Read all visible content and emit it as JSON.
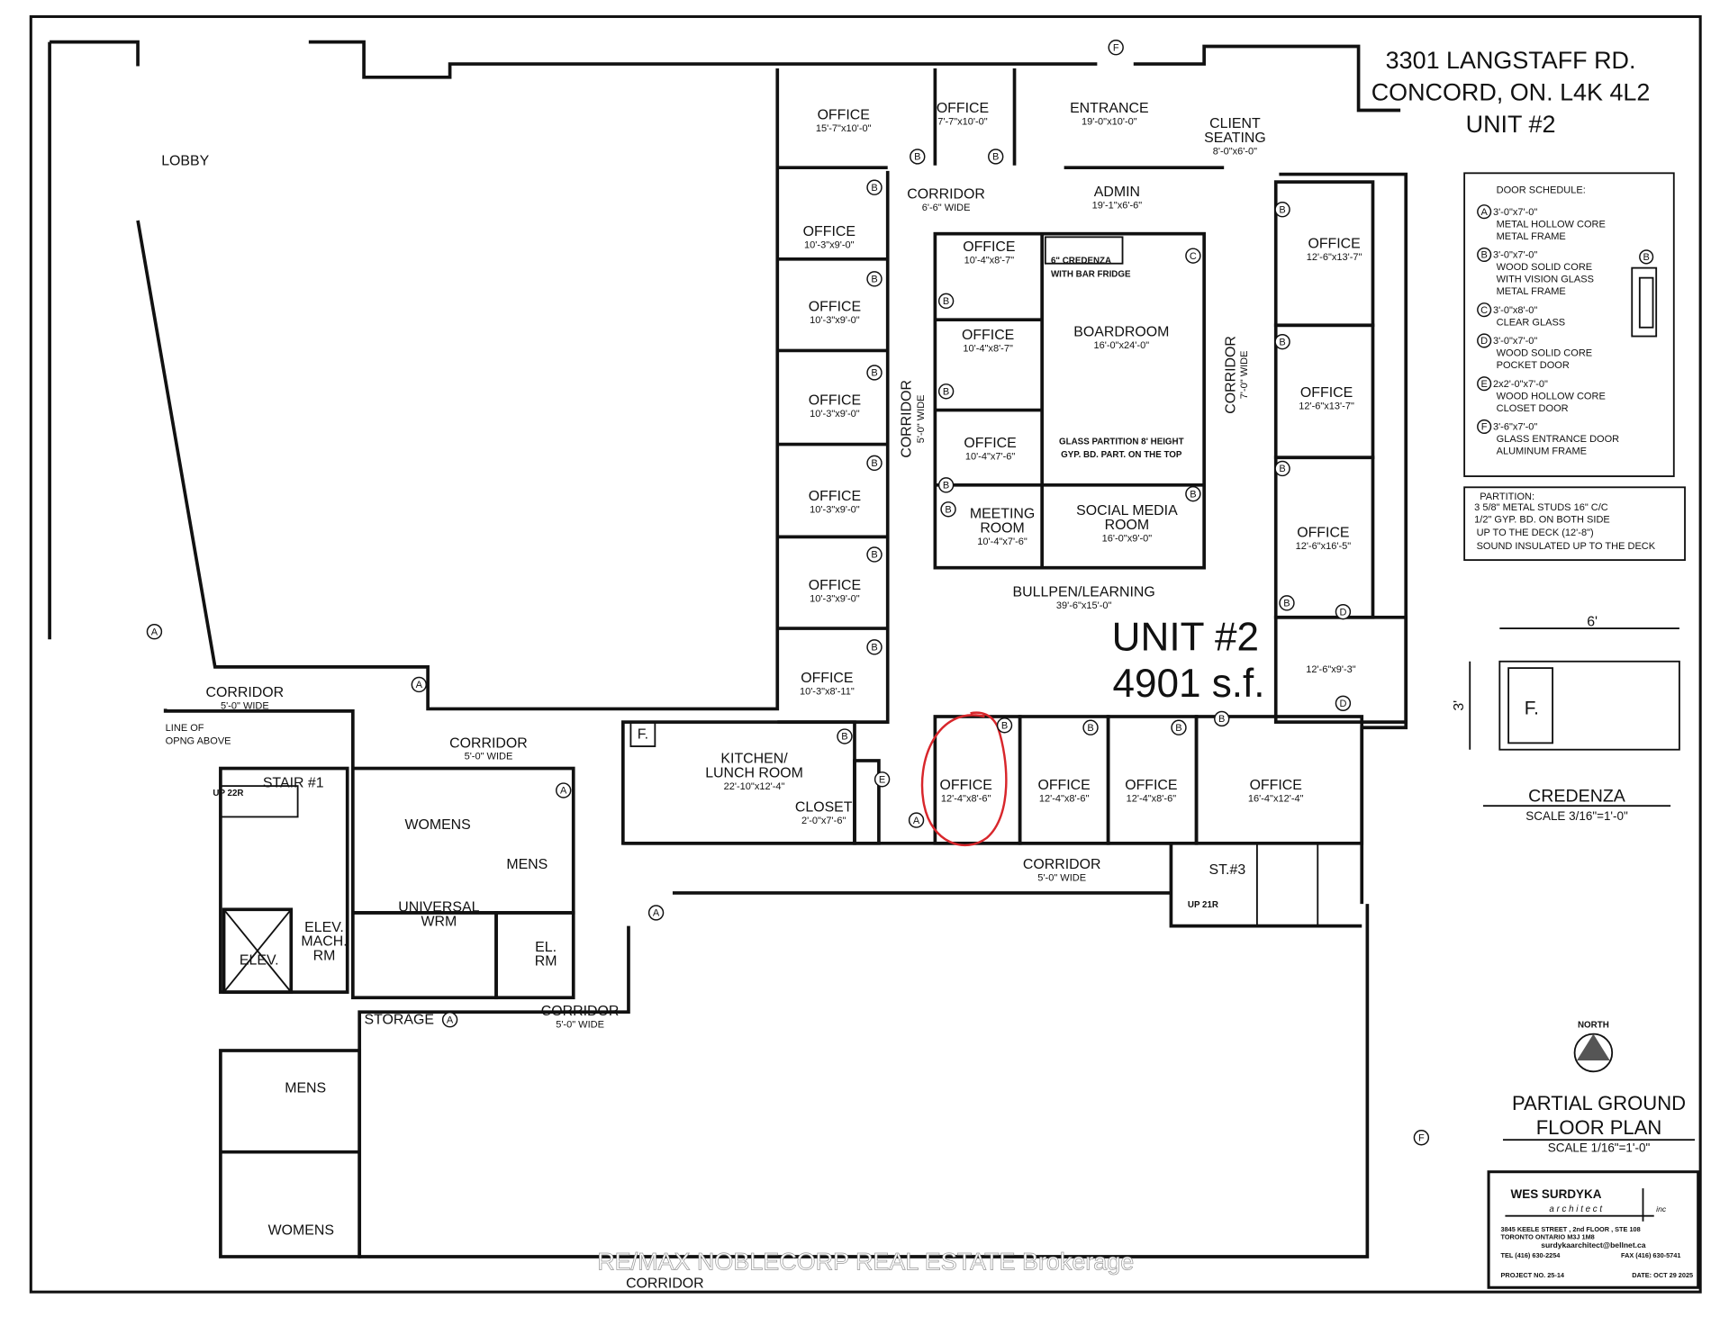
{
  "title": {
    "line1": "3301 LANGSTAFF RD.",
    "line2": "CONCORD, ON. L4K 4L2",
    "line3": "UNIT #2"
  },
  "unit": {
    "name": "UNIT #2",
    "area": "4901 s.f."
  },
  "rooms": [
    {
      "label": "LOBBY",
      "dims": ""
    },
    {
      "label": "OFFICE",
      "dims": "15'-7\"x10'-0\""
    },
    {
      "label": "OFFICE",
      "dims": "7'-7\"x10'-0\""
    },
    {
      "label": "ENTRANCE",
      "dims": "19'-0\"x10'-0\""
    },
    {
      "label": "CLIENT",
      "label2": "SEATING",
      "dims": "8'-0\"x6'-0\""
    },
    {
      "label": "CORRIDOR",
      "dims": "6'-6\" WIDE"
    },
    {
      "label": "ADMIN",
      "dims": "19'-1\"x6'-6\""
    },
    {
      "label": "OFFICE",
      "dims": "10'-3\"x9'-0\""
    },
    {
      "label": "OFFICE",
      "dims": "10'-3\"x9'-0\""
    },
    {
      "label": "OFFICE",
      "dims": "10'-3\"x9'-0\""
    },
    {
      "label": "OFFICE",
      "dims": "10'-3\"x9'-0\""
    },
    {
      "label": "OFFICE",
      "dims": "10'-3\"x9'-0\""
    },
    {
      "label": "OFFICE",
      "dims": "10'-3\"x8'-11\""
    },
    {
      "label": "OFFICE",
      "dims": "10'-4\"x8'-7\""
    },
    {
      "label": "OFFICE",
      "dims": "10'-4\"x8'-7\""
    },
    {
      "label": "OFFICE",
      "dims": "10'-4\"x7'-6\""
    },
    {
      "label": "MEETING",
      "label2": "ROOM",
      "dims": "10'-4\"x7'-6\""
    },
    {
      "label": "BOARDROOM",
      "dims": "16'-0\"x24'-0\""
    },
    {
      "label": "SOCIAL  MEDIA",
      "label2": "ROOM",
      "dims": "16'-0\"x9'-0\""
    },
    {
      "label": "OFFICE",
      "dims": "12'-6\"x13'-7\""
    },
    {
      "label": "OFFICE",
      "dims": "12'-6\"x13'-7\""
    },
    {
      "label": "OFFICE",
      "dims": "12'-6\"x16'-5\""
    },
    {
      "label": "",
      "dims": "12'-6\"x9'-3\""
    },
    {
      "label": "BULLPEN/LEARNING",
      "dims": "39'-6\"x15'-0\""
    },
    {
      "label": "CORRIDOR",
      "dims": "5'-0\" WIDE"
    },
    {
      "label": "CORRIDOR",
      "dims": "5'-0\" WIDE"
    },
    {
      "label": "KITCHEN/",
      "label2": "LUNCH  ROOM",
      "dims": "22'-10\"x12'-4\""
    },
    {
      "label": "CLOSET",
      "dims": "2'-0\"x7'-6\""
    },
    {
      "label": "OFFICE",
      "dims": "12'-4\"x8'-6\""
    },
    {
      "label": "OFFICE",
      "dims": "12'-4\"x8'-6\""
    },
    {
      "label": "OFFICE",
      "dims": "12'-4\"x8'-6\""
    },
    {
      "label": "OFFICE",
      "dims": "16'-4\"x12'-4\""
    },
    {
      "label": "CORRIDOR",
      "dims": "5'-0\" WIDE"
    },
    {
      "label": "CORRIDOR",
      "dims": "5'-0\" WIDE"
    },
    {
      "label": "STORAGE",
      "dims": ""
    },
    {
      "label": "WOMENS",
      "dims": ""
    },
    {
      "label": "MENS",
      "dims": ""
    },
    {
      "label": "UNIVERSAL",
      "label2": "WRM",
      "dims": ""
    },
    {
      "label": "ELEV.",
      "dims": ""
    },
    {
      "label": "ELEV.",
      "label2": "MACH.",
      "label3": "RM",
      "dims": ""
    },
    {
      "label": "EL.",
      "label2": "RM",
      "dims": ""
    },
    {
      "label": "STAIR #1",
      "dims": ""
    },
    {
      "label": "ST.#3",
      "dims": ""
    },
    {
      "label": "MENS",
      "dims": ""
    },
    {
      "label": "WOMENS",
      "dims": ""
    },
    {
      "label": "CORRIDOR",
      "dims": ""
    }
  ],
  "vertical_corridors": [
    {
      "label": "CORRIDOR",
      "dims": "5'-0\" WIDE"
    },
    {
      "label": "CORRIDOR",
      "dims": "7'-0\" WIDE"
    }
  ],
  "notes": {
    "credenza_note": [
      "6\" CREDENZA",
      "WITH BAR FRIDGE"
    ],
    "glass_note": [
      "GLASS PARTITION 8' HEIGHT",
      "GYP. BD. PART. ON THE TOP"
    ],
    "opening_note": [
      "LINE OF",
      "OPNG ABOVE"
    ],
    "fridge": "F.",
    "up_22r": "UP 22R",
    "up_21r": "UP 21R"
  },
  "door_tags": [
    "B",
    "B",
    "F",
    "B",
    "B",
    "B",
    "B",
    "B",
    "B",
    "B",
    "B",
    "B",
    "B",
    "C",
    "B",
    "B",
    "B",
    "B",
    "B",
    "D",
    "D",
    "A",
    "A",
    "B",
    "E",
    "A",
    "B",
    "B",
    "B",
    "B",
    "A",
    "A",
    "A",
    "F"
  ],
  "door_schedule": {
    "title": "DOOR SCHEDULE:",
    "items": [
      {
        "tag": "A",
        "size": "3'-0\"x7'-0\"",
        "lines": [
          "METAL HOLLOW CORE",
          "METAL FRAME"
        ]
      },
      {
        "tag": "B",
        "size": "3'-0\"x7'-0\"",
        "lines": [
          "WOOD SOLID CORE",
          "WITH VISION GLASS",
          "METAL FRAME"
        ]
      },
      {
        "tag": "C",
        "size": "3'-0\"x8'-0\"",
        "lines": [
          "CLEAR GLASS"
        ]
      },
      {
        "tag": "D",
        "size": "3'-0\"x7'-0\"",
        "lines": [
          "WOOD SOLID CORE",
          "POCKET DOOR"
        ]
      },
      {
        "tag": "E",
        "size": "2x2'-0\"x7'-0\"",
        "lines": [
          "WOOD HOLLOW CORE",
          "CLOSET DOOR"
        ]
      },
      {
        "tag": "F",
        "size": "3'-6\"x7'-0\"",
        "lines": [
          "GLASS ENTRANCE DOOR",
          "ALUMINUM FRAME"
        ]
      }
    ],
    "detail_tag": "B"
  },
  "partition": {
    "title": "PARTITION:",
    "lines": [
      "3 5/8\" METAL STUDS 16\" C/C",
      "1/2\" GYP. BD. ON BOTH SIDE",
      "UP TO THE DECK (12'-8\")",
      "SOUND INSULATED UP TO THE DECK"
    ]
  },
  "credenza": {
    "width": "6'",
    "depth": "3'",
    "fridge": "F.",
    "title": "CREDENZA",
    "scale": "SCALE 3/16\"=1'-0\""
  },
  "north": {
    "label": "NORTH"
  },
  "plan_title": {
    "line1": "PARTIAL GROUND",
    "line2": "FLOOR PLAN",
    "scale": "SCALE 1/16\"=1'-0\""
  },
  "title_block": {
    "firm": "WES SURDYKA",
    "sub": "a r c h i t e c t",
    "inc": "inc",
    "address1": "3845  KEELE  STREET ,  2nd  FLOOR , STE 108",
    "address2": "TORONTO          ONTARIO          M3J 1M8",
    "email": "surdykaarchitect@bellnet.ca",
    "tel": "TEL (416) 630-2254",
    "fax": "FAX (416) 630-5741",
    "project": "PROJECT NO. 25-14",
    "date": "DATE: OCT 29 2025"
  },
  "watermark": "RE/MAX NOBLECORP REAL ESTATE  Brokerage",
  "colors": {
    "ink": "#111111",
    "markup": "#d8262b",
    "watermark": "#ffffff"
  }
}
